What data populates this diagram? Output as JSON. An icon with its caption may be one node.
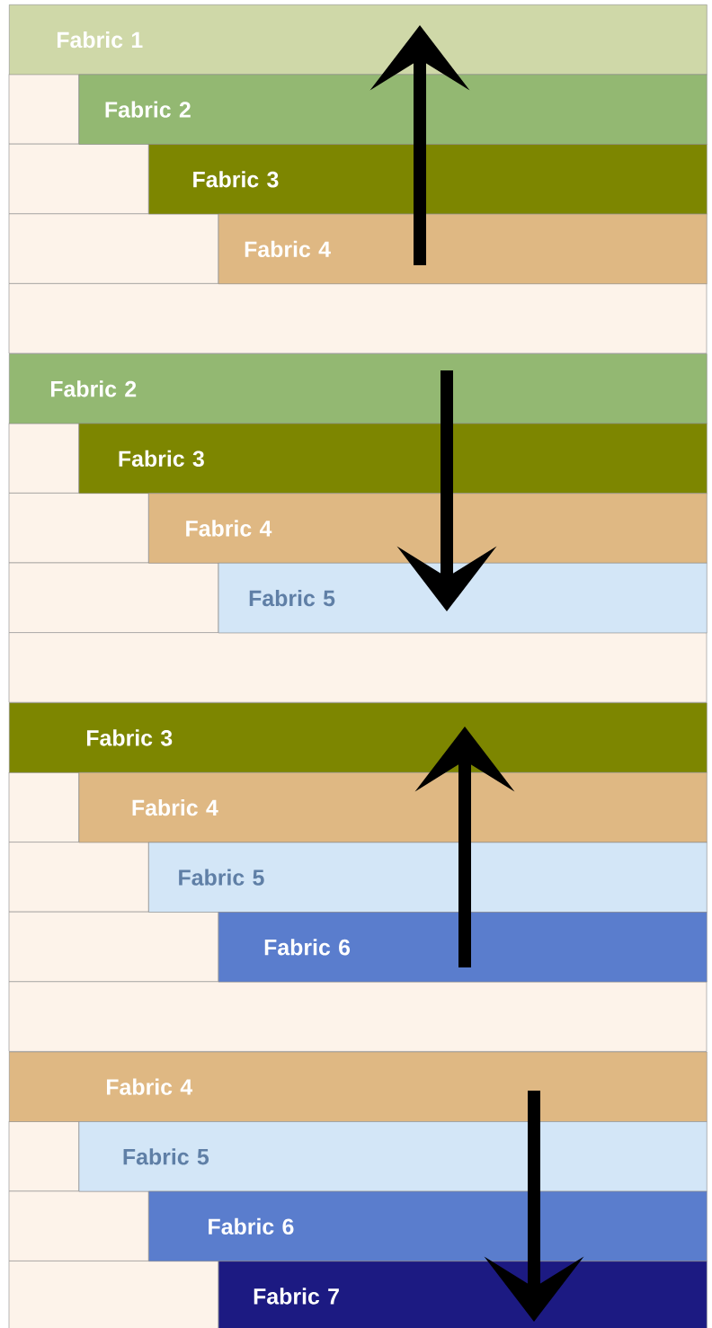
{
  "diagram": {
    "nodes": [
      {
        "text": [
          "Fabric 1"
        ]
      },
      {
        "text": [
          "Fabric 2"
        ]
      },
      {
        "text": [
          "Fabric 3"
        ]
      },
      {
        "text": [
          "Fabric 4"
        ]
      },
      {
        "text": [
          "Fabric 2"
        ]
      },
      {
        "text": [
          "Fabric 3"
        ]
      },
      {
        "text": [
          "Fabric 4"
        ]
      },
      {
        "text": [
          "Fabric 5"
        ]
      },
      {
        "text": [
          "Fabric 3"
        ]
      },
      {
        "text": [
          "Fabric 4"
        ]
      },
      {
        "text": [
          "Fabric 5"
        ]
      },
      {
        "text": [
          "Fabric 6"
        ]
      },
      {
        "text": [
          "Fabric 4"
        ]
      },
      {
        "text": [
          "Fabric 5"
        ]
      },
      {
        "text": [
          "Fabric 6"
        ]
      },
      {
        "text": [
          "Fabric 7"
        ]
      }
    ],
    "edges": [
      {
        "from": 3,
        "to": 2,
        "arrow": "none"
      },
      {
        "from": 2,
        "to": 1,
        "arrow": "none"
      },
      {
        "from": 1,
        "to": 0,
        "arrow": "to"
      },
      {
        "from": 4,
        "to": 5,
        "arrow": "none"
      },
      {
        "from": 5,
        "to": 6,
        "arrow": "none"
      },
      {
        "from": 6,
        "to": 7,
        "arrow": "to"
      },
      {
        "from": 11,
        "to": 10,
        "arrow": "none"
      },
      {
        "from": 10,
        "to": 9,
        "arrow": "none"
      },
      {
        "from": 9,
        "to": 8,
        "arrow": "to"
      },
      {
        "from": 12,
        "to": 13,
        "arrow": "none"
      },
      {
        "from": 13,
        "to": 14,
        "arrow": "none"
      },
      {
        "from": 14,
        "to": 15,
        "arrow": "to"
      }
    ]
  }
}
